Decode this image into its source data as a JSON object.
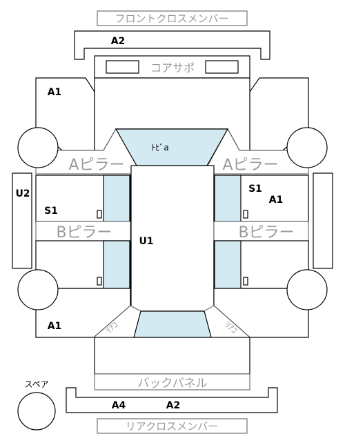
{
  "parts": {
    "front_cross_member": "フロントクロスメンバー",
    "core_support": "コアサポ",
    "a_pillar": "Aピラー",
    "b_pillar": "Bピラー",
    "back_panel": "バックパネル",
    "rear_cross_member": "リアクロスメンバー",
    "spare": "スペア",
    "windshield": "ﾄﾋﾞa",
    "rear_quarter_glass": "ﾘｱｺ"
  },
  "codes": {
    "a2_front": "A2",
    "a1_front_left": "A1",
    "u2": "U2",
    "s1_left": "S1",
    "s1_right": "S1",
    "a1_right": "A1",
    "u1": "U1",
    "a1_rear_left": "A1",
    "a4": "A4",
    "a2_rear": "A2"
  }
}
